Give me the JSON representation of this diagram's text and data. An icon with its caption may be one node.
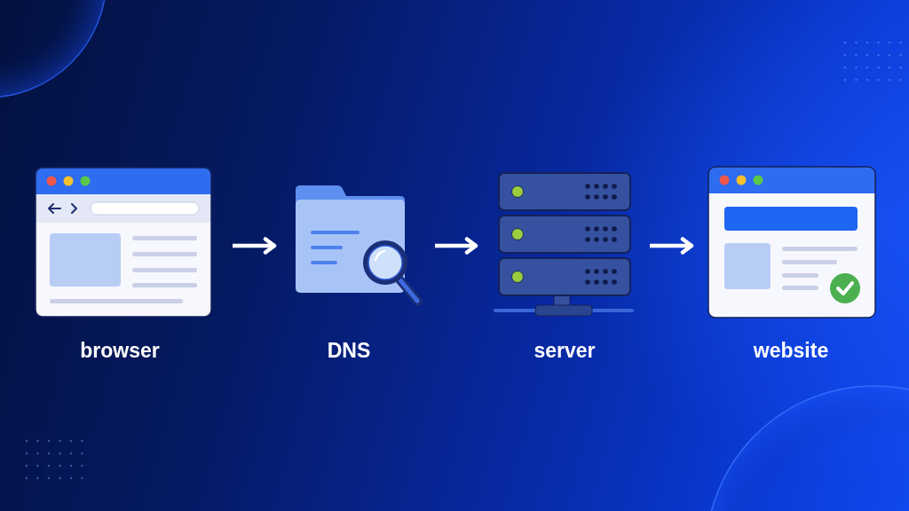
{
  "diagram": {
    "nodes": [
      {
        "text": [
          "browser"
        ]
      },
      {
        "text": [
          "DNS"
        ]
      },
      {
        "text": [
          "server"
        ]
      },
      {
        "text": [
          "website"
        ]
      }
    ],
    "edges": [
      {
        "from": 0,
        "to": 1,
        "arrow": "to"
      },
      {
        "from": 1,
        "to": 2,
        "arrow": "to"
      },
      {
        "from": 2,
        "to": 3,
        "arrow": "to"
      }
    ]
  }
}
